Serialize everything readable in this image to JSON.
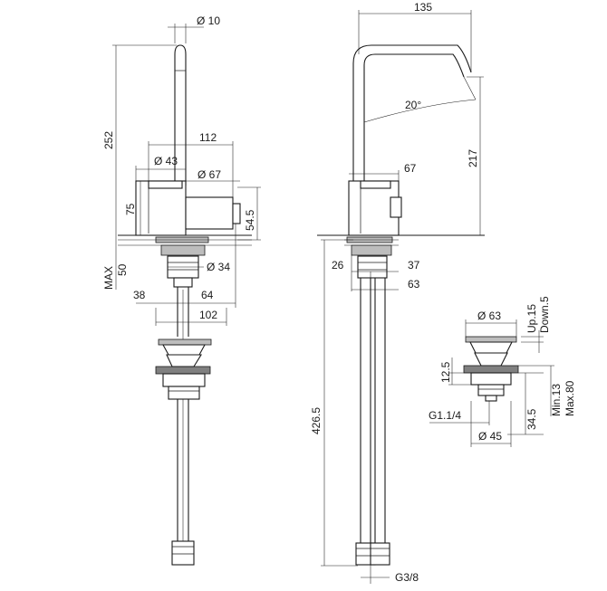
{
  "front_view": {
    "spout_diameter": "Ø 10",
    "spout_height": "252",
    "body_length": "112",
    "knob_diameter": "Ø 43",
    "body_diameter": "Ø 67",
    "body_height": "75",
    "deck_height": "54.5",
    "deck_max_label": "MAX",
    "deck_max_value": "50",
    "shank_diameter": "Ø 34",
    "offset_left": "38",
    "offset_right": "64",
    "total_width": "102"
  },
  "side_view": {
    "spout_reach": "135",
    "swivel_angle": "20°",
    "spout_height": "217",
    "body_diameter": "67",
    "hose_length": "426.5",
    "shank_left": "26",
    "shank_right": "37",
    "shank_offset": "63",
    "hose_thread": "G3/8"
  },
  "waste_view": {
    "plug_diameter": "Ø 63",
    "stroke_up": "Up.15",
    "stroke_down": "Down.5",
    "flange_height": "12.5",
    "thread": "G1.1/4",
    "body_height": "34.5",
    "clamp_range_min": "Min.13",
    "clamp_range_max": "Max.80",
    "body_diameter": "Ø 45"
  }
}
